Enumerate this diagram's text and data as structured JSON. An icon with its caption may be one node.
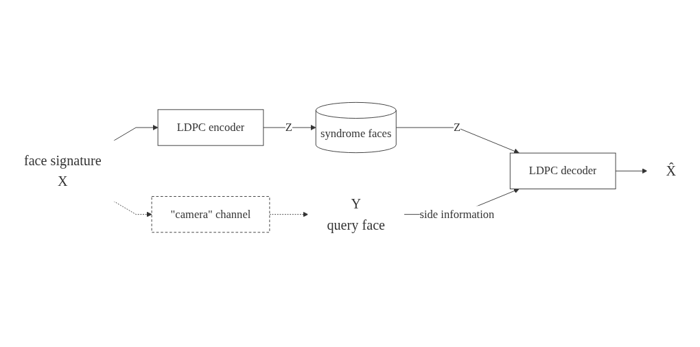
{
  "diagram": {
    "nodes": [
      {
        "text": [
          "face signature",
          "X"
        ]
      },
      {
        "text": [
          "LDPC encoder"
        ]
      },
      {
        "text": [
          "syndrome faces"
        ]
      },
      {
        "text": [
          "LDPC decoder"
        ]
      },
      {
        "text": [
          "X̂"
        ]
      },
      {
        "text": [
          "\"camera\" channel"
        ]
      },
      {
        "text": [
          "Y",
          "query face"
        ]
      }
    ],
    "edges": [
      {
        "from": 0,
        "to": 1,
        "arrow": "to"
      },
      {
        "from": 1,
        "to": 2,
        "arrow": "to",
        "label": "Z"
      },
      {
        "from": 2,
        "to": 3,
        "arrow": "to",
        "label": "Z"
      },
      {
        "from": 3,
        "to": 4,
        "arrow": "to"
      },
      {
        "from": 0,
        "to": 5,
        "arrow": "to",
        "style": "dashed"
      },
      {
        "from": 5,
        "to": 6,
        "arrow": "to",
        "style": "dashed"
      },
      {
        "from": 6,
        "to": 3,
        "arrow": "to",
        "label": "side information"
      }
    ]
  }
}
